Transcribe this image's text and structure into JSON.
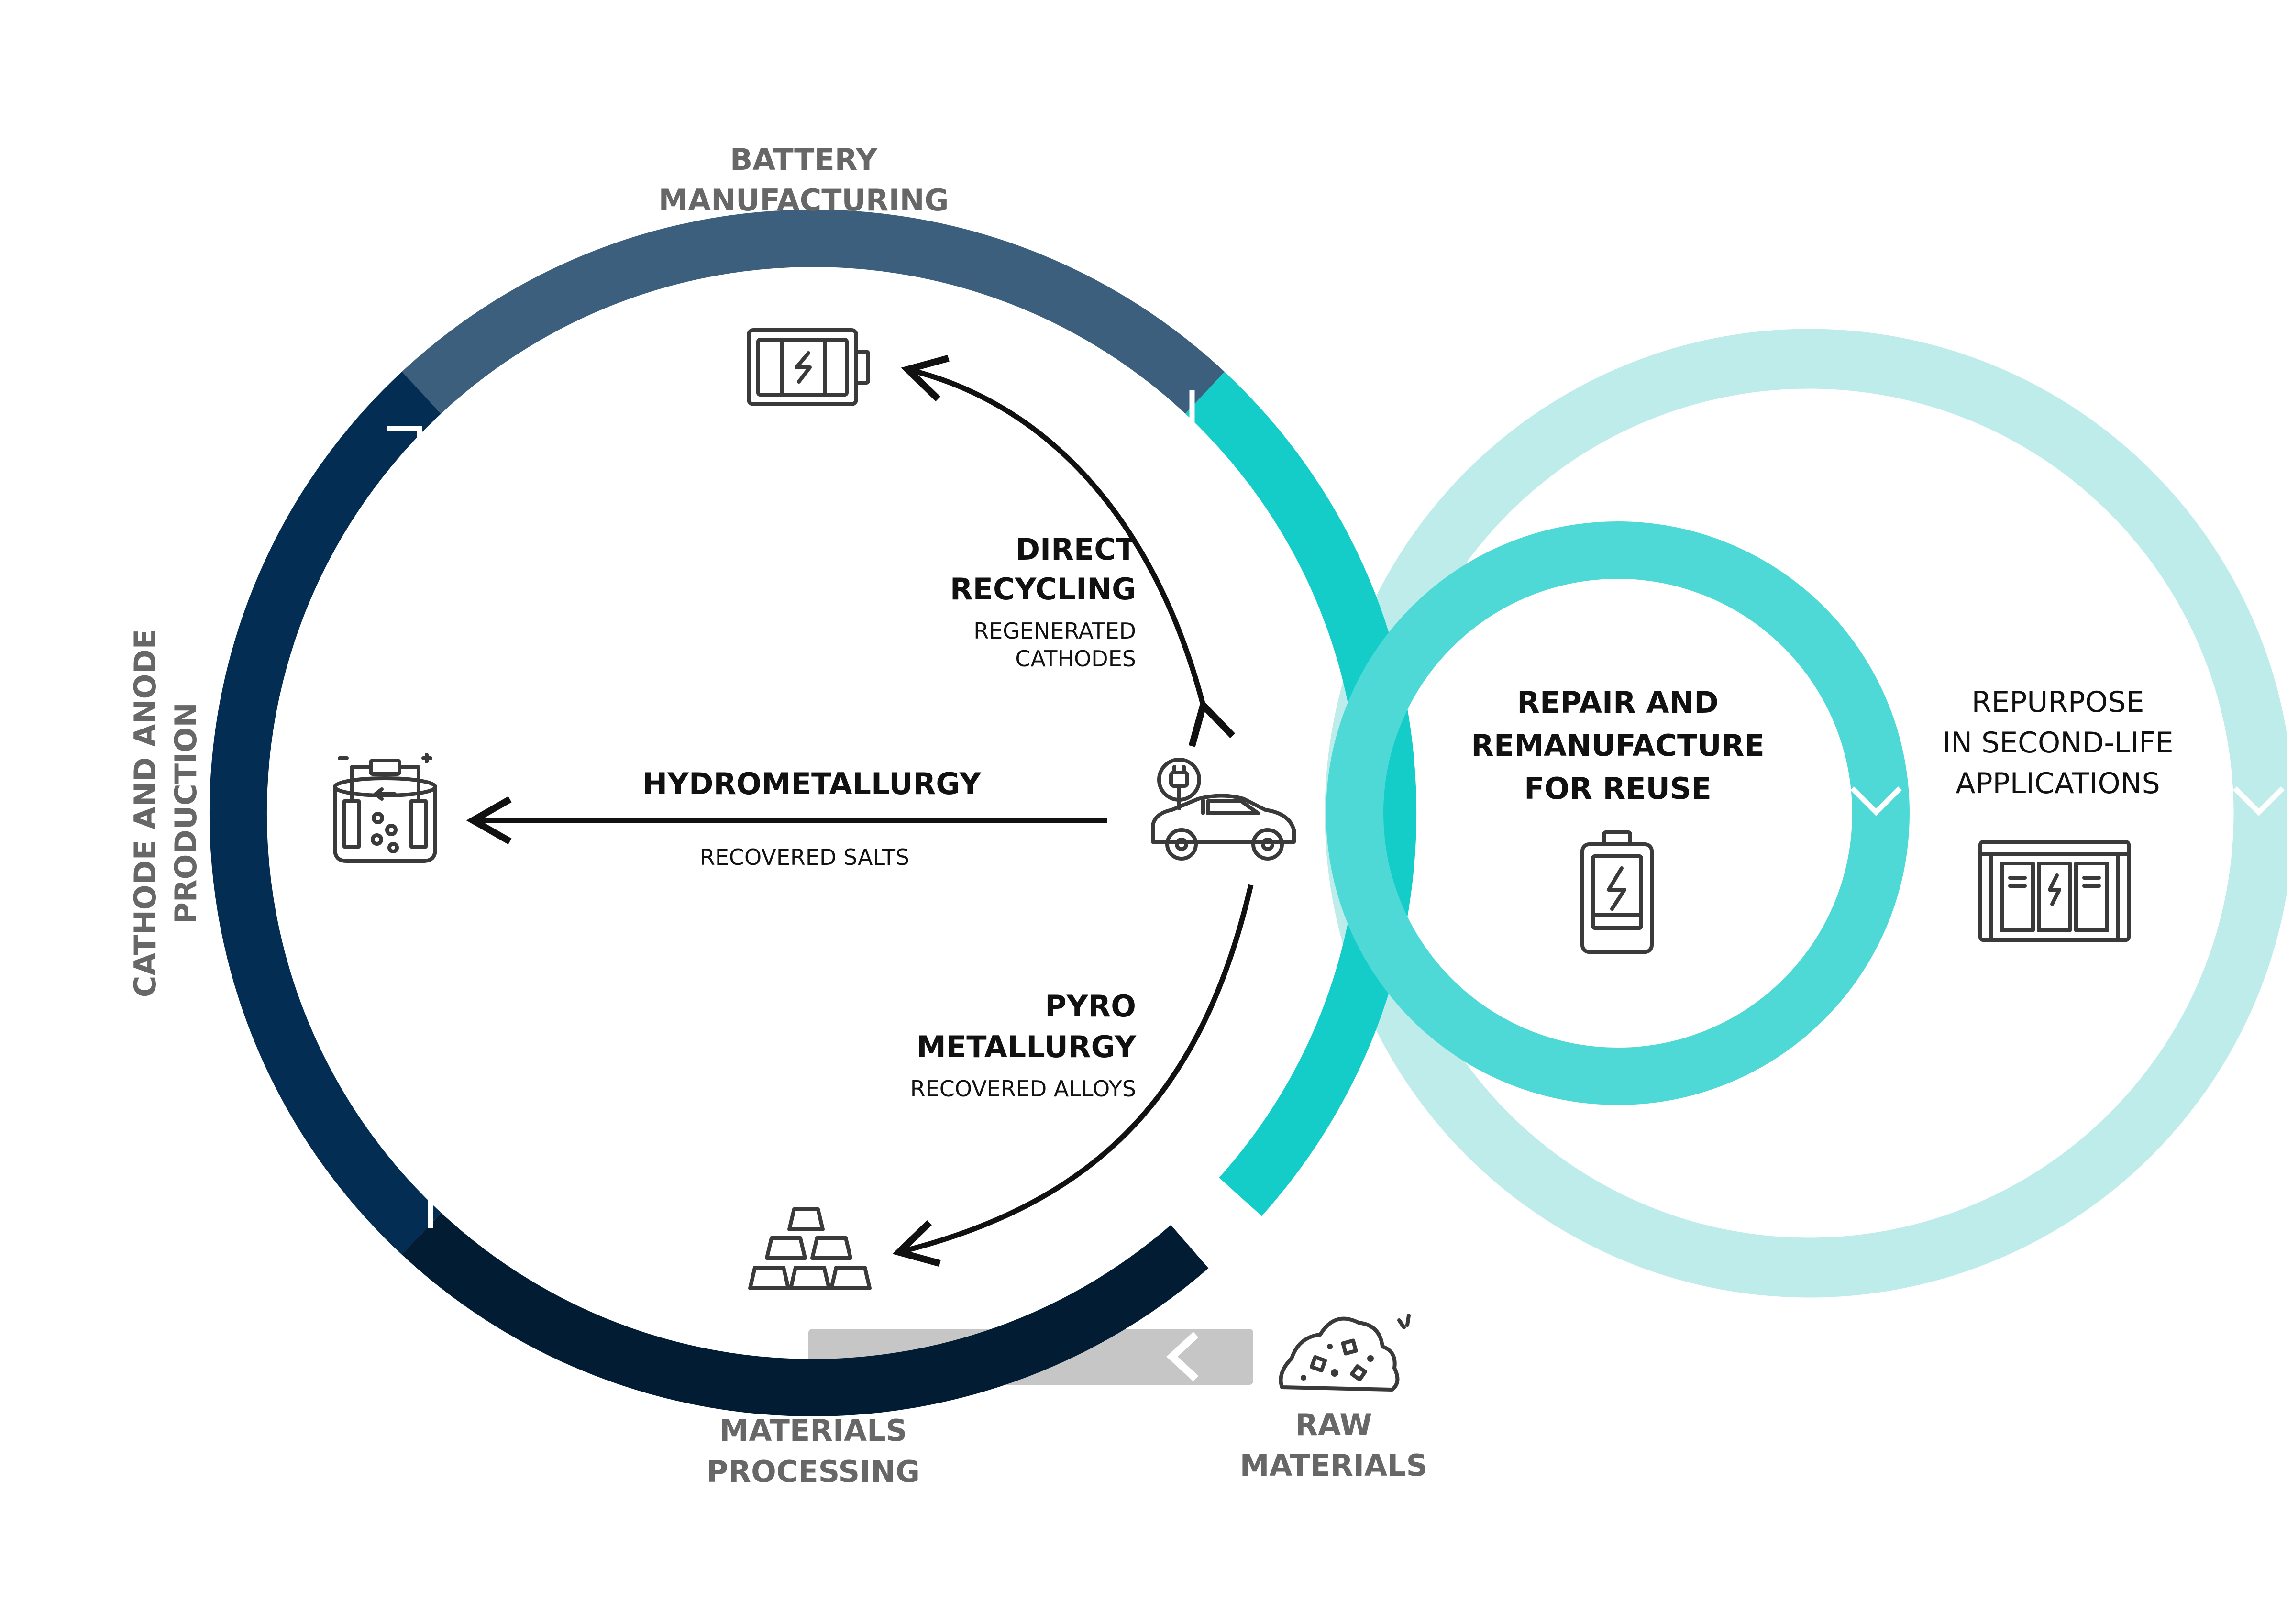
{
  "colors": {
    "battery_manufacturing": "#3d5f7e",
    "cathode_anode": "#032d52",
    "materials_processing": "#021c33",
    "teal_bright": "#14cdc9",
    "teal_mid": "#4fd9d6",
    "teal_light": "#bdecea",
    "raw_bar": "#c6c6c6",
    "gray_text": "#676767",
    "dark_text": "#111111"
  },
  "stages": {
    "battery_manufacturing": [
      "BATTERY",
      "MANUFACTURING"
    ],
    "cathode_anode": [
      "CATHODE AND ANODE",
      "PRODUCTION"
    ],
    "materials_processing": [
      "MATERIALS",
      "PROCESSING"
    ],
    "raw_materials": [
      "RAW",
      "MATERIALS"
    ]
  },
  "recycling": {
    "direct": {
      "title": [
        "DIRECT",
        "RECYCLING"
      ],
      "output": [
        "REGENERATED",
        "CATHODES"
      ]
    },
    "hydro": {
      "title": "HYDROMETALLURGY",
      "output": "RECOVERED SALTS"
    },
    "pyro": {
      "title": [
        "PYRO",
        "METALLURGY"
      ],
      "output": "RECOVERED ALLOYS"
    }
  },
  "reuse": {
    "repair": [
      "REPAIR AND",
      "REMANUFACTURE",
      "FOR REUSE"
    ],
    "repurpose": [
      "REPURPOSE",
      "IN SECOND-LIFE",
      "APPLICATIONS"
    ]
  },
  "icons": [
    "battery-icon",
    "electrolysis-cell-icon",
    "electric-car-icon",
    "metal-ingots-icon",
    "raw-ore-icon",
    "charging-battery-icon",
    "storage-cabinet-icon"
  ]
}
